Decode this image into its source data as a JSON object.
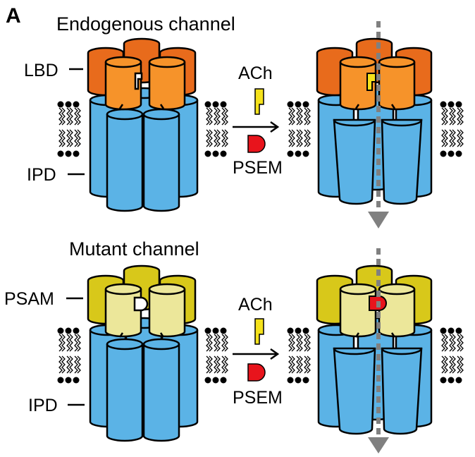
{
  "panel_label": "A",
  "top": {
    "title": "Endogenous channel",
    "domain_label": "LBD",
    "ligand_1": "ACh",
    "ligand_2": "PSEM",
    "pore_label": "IPD"
  },
  "bottom": {
    "title": "Mutant channel",
    "domain_label": "PSAM",
    "ligand_1": "ACh",
    "ligand_2": "PSEM",
    "pore_label": "IPD"
  },
  "colors": {
    "lbd_dark": "#e86b1c",
    "lbd_light": "#f6932a",
    "psam_dark": "#d8c81a",
    "psam_light": "#ece79a",
    "ipd": "#5bb3e6",
    "ach": "#f5e21b",
    "psem": "#e8141c",
    "flux": "#808080"
  }
}
